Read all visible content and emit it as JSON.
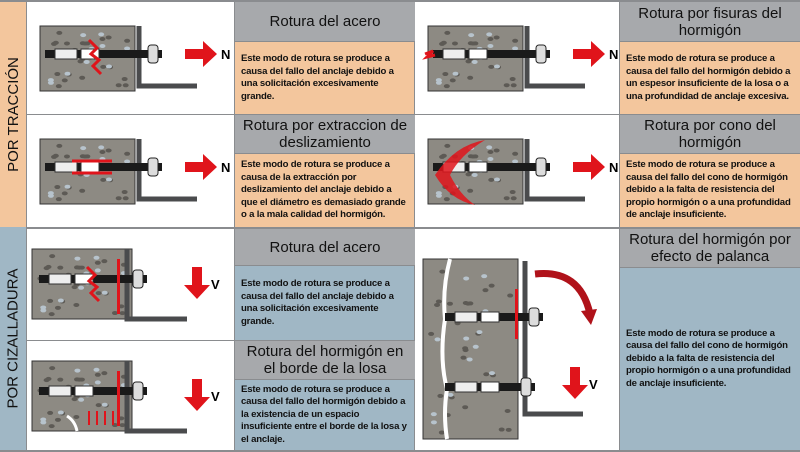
{
  "sections": {
    "traccion": "POR TRACCIÓN",
    "cizalladura": "POR CIZALLADURA"
  },
  "cells": [
    {
      "title": "Rotura del acero",
      "text": "Este modo de rotura se produce a causa del fallo del anclaje debido a una solicitación excesivamente grande.",
      "force": "N"
    },
    {
      "title": "Rotura por fisuras del hormigón",
      "text": "Este modo de rotura se produce a causa del fallo del hormigón debido a un espesor insuficiente de la losa o a una profundidad de anclaje excesiva.",
      "force": "N"
    },
    {
      "title": "Rotura por extraccion de deslizamiento",
      "text": "Este modo de rotura se produce a causa de la extracción por deslizamiento del anclaje debido a que el diámetro es demasiado grande o a la mala calidad del hormigón.",
      "force": "N"
    },
    {
      "title": "Rotura por cono del hormigón",
      "text": "Este modo de rotura se produce a causa del fallo del cono de hormigón debido a la falta de resistencia del propio hormigón o a una profundidad de anclaje insuficiente.",
      "force": "N"
    },
    {
      "title": "Rotura del acero",
      "text": "Este modo de rotura se produce a causa del fallo del anclaje debido a una solicitación excesivamente grande.",
      "force": "V"
    },
    {
      "title": "Rotura del hormigón por efecto de palanca",
      "text": "Este modo de rotura se produce a causa del fallo del cono de hormigón debido a la falta de resistencia del propio hormigón o a una profundidad de anclaje insuficiente.",
      "force": "V"
    },
    {
      "title": "Rotura del hormigón en el borde de la losa",
      "text": "Este modo de rotura se produce a causa del fallo del hormigón debido a la existencia de un espacio insuficiente entre el borde de la losa y el anclaje.",
      "force": "V"
    }
  ],
  "colors": {
    "header": "#a7a9ac",
    "traccion": "#f3c69d",
    "cizalladura": "#a0b7c5",
    "arrow": "#e0141b"
  }
}
